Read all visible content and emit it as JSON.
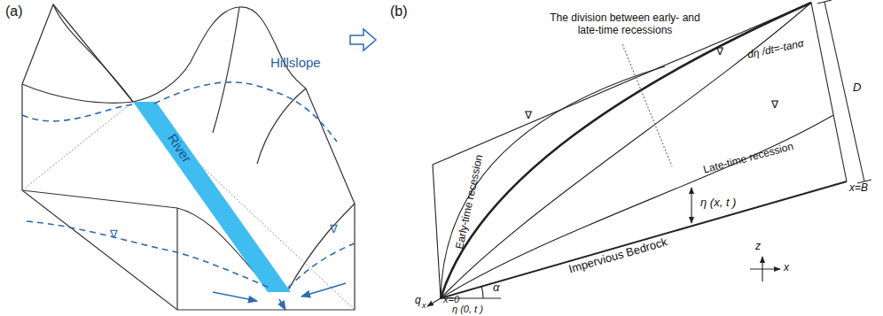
{
  "diagram": {
    "labels": [
      "(a)",
      "Hillslope",
      "River",
      "∇",
      "∇",
      "(b)",
      "The division between early- and late-time recessions",
      "dη /dt=-tanα",
      "D",
      "x=B",
      "∇",
      "∇",
      "∇",
      "Late-time recession",
      "η (x, t )",
      "Early-time recession",
      "Impervious Bedrock",
      "z",
      "x",
      "q",
      "x",
      "α",
      "x=0",
      "η (0, t )"
    ]
  }
}
